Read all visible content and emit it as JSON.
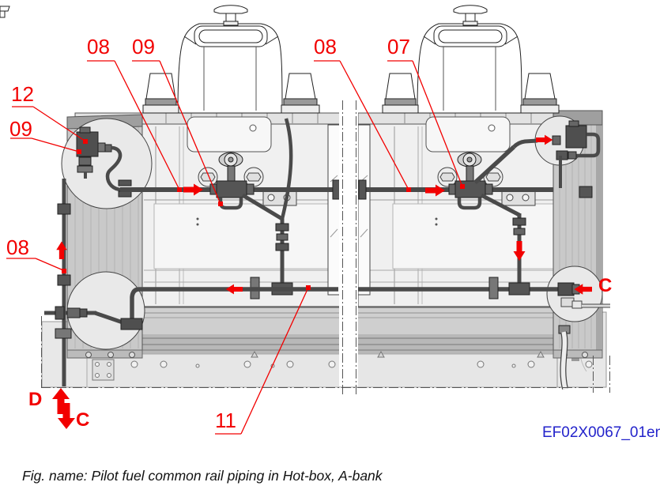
{
  "figure": {
    "caption": "Fig. name: Pilot fuel common rail piping in Hot-box, A-bank",
    "drawing_id": "EF02X0067_01en"
  },
  "callouts": {
    "part_08_top_left": "08",
    "part_09_top_left": "09",
    "part_08_top_mid": "08",
    "part_07_top": "07",
    "part_12": "12",
    "part_09_left": "09",
    "part_08_left": "08",
    "part_11": "11"
  },
  "connections": {
    "d_label": "D",
    "c_label_bottom": "C",
    "c_label_right": "C"
  },
  "colors": {
    "callout_red": "#f20000",
    "drawing_id_blue": "#2323cb",
    "pipe_dark": "#4a4a4a"
  },
  "icons": {
    "flow_arrows": [
      "flow-arrow-up-left-riser",
      "flow-arrow-right-rail-left-engine",
      "flow-arrow-right-rail-right-engine",
      "flow-arrow-right-into-pilot-valve",
      "flow-arrow-down-right-drop-pipe",
      "flow-arrow-left-return-pipe-right",
      "flow-arrow-left-return-pipe-left",
      "flow-arrow-up-connection-d",
      "flow-arrow-down-connection-c"
    ]
  }
}
